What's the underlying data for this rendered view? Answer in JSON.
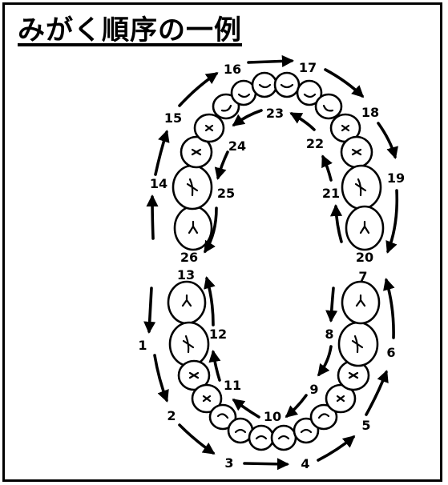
{
  "title": "みがく順序の一例",
  "steps": [
    "1",
    "2",
    "3",
    "4",
    "5",
    "6",
    "7",
    "8",
    "9",
    "10",
    "11",
    "12",
    "13",
    "14",
    "15",
    "16",
    "17",
    "18",
    "19",
    "20",
    "21",
    "22",
    "23",
    "24",
    "25",
    "26"
  ]
}
